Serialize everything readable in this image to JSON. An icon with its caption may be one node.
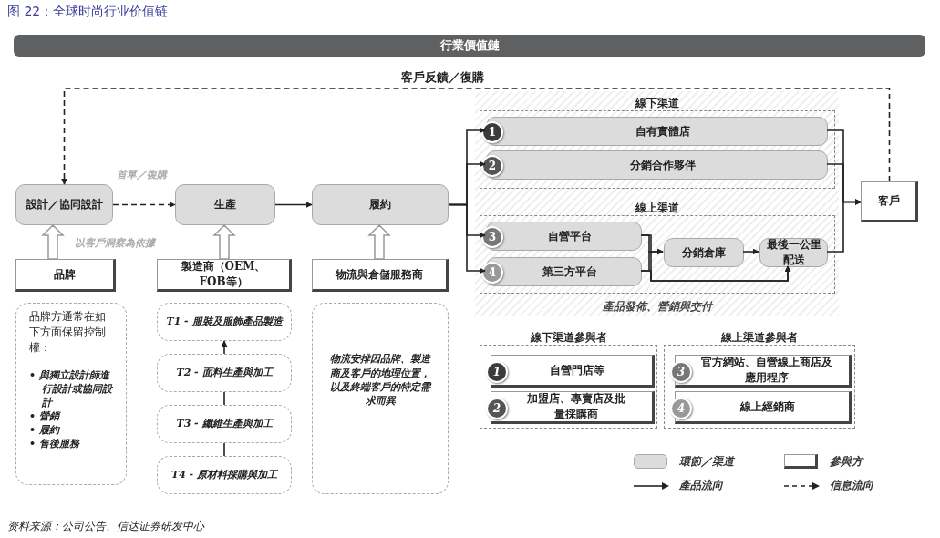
{
  "diagram": {
    "title": "图 22：全球时尚行业价值链",
    "caption": "资料来源：公司公告、信达证券研发中心",
    "nodes": [
      {
        "text": [
          "行業價值鏈"
        ]
      },
      {
        "text": [
          "設計／協同設計"
        ]
      },
      {
        "text": [
          "生產"
        ]
      },
      {
        "text": [
          "履約"
        ]
      },
      {
        "text": [
          "產品發佈、營銷與交付"
        ]
      },
      {
        "text": [
          "線下渠道"
        ],
        "in": 4
      },
      {
        "text": [
          "1",
          "自有實體店"
        ],
        "in": 5
      },
      {
        "text": [
          "2",
          "分銷合作夥伴"
        ],
        "in": 5
      },
      {
        "text": [
          "線上渠道"
        ],
        "in": 4
      },
      {
        "text": [
          "3",
          "自營平台"
        ],
        "in": 8
      },
      {
        "text": [
          "4",
          "第三方平台"
        ],
        "in": 8
      },
      {
        "text": [
          "分銷倉庫"
        ],
        "in": 8
      },
      {
        "text": [
          "最後一公里配送"
        ],
        "in": 8
      },
      {
        "text": [
          "客戶"
        ]
      },
      {
        "text": [
          "品牌"
        ]
      },
      {
        "text": [
          "製造商（OEM、FOB等）"
        ]
      },
      {
        "text": [
          "物流與倉儲服務商"
        ]
      },
      {
        "text": [
          "品牌方通常在如下方面保留控制權：",
          "• 與獨立設計師進行設計或協同設計",
          "• 營銷",
          "• 履約",
          "• 售後服務"
        ]
      },
      {
        "text": [
          "T1 - 服裝及服飾產品製造"
        ]
      },
      {
        "text": [
          "T2 - 面料生產與加工"
        ]
      },
      {
        "text": [
          "T3 - 纖維生產與加工"
        ]
      },
      {
        "text": [
          "T4 - 原材料採購與加工"
        ]
      },
      {
        "text": [
          "物流安排因品牌、製造商及客戶的地理位置，以及終端客戶的特定需求而異"
        ]
      },
      {
        "text": [
          "線下渠道參與者"
        ]
      },
      {
        "text": [
          "1",
          "自營門店等"
        ],
        "in": 23
      },
      {
        "text": [
          "2",
          "加盟店、專賣店及批量採購商"
        ],
        "in": 23
      },
      {
        "text": [
          "線上渠道參與者"
        ]
      },
      {
        "text": [
          "3",
          "官方網站、自營線上商店及應用程序"
        ],
        "in": 26
      },
      {
        "text": [
          "4",
          "線上經銷商"
        ],
        "in": 26
      }
    ],
    "edges": [
      {
        "from": 13,
        "to": 1,
        "arrow": "to",
        "style": "dashed",
        "label": "客戶反饋／復購"
      },
      {
        "from": 1,
        "to": 2,
        "arrow": "to",
        "style": "dashed",
        "label": "首單／復購"
      },
      {
        "from": 2,
        "to": 3,
        "arrow": "to"
      },
      {
        "from": 3,
        "to": 6,
        "arrow": "to"
      },
      {
        "from": 3,
        "to": 7,
        "arrow": "to"
      },
      {
        "from": 3,
        "to": 9,
        "arrow": "to"
      },
      {
        "from": 3,
        "to": 10,
        "arrow": "to"
      },
      {
        "from": 6,
        "to": 13,
        "arrow": "to"
      },
      {
        "from": 7,
        "to": 13,
        "arrow": "to"
      },
      {
        "from": 12,
        "to": 13,
        "arrow": "to"
      },
      {
        "from": 9,
        "to": 11,
        "arrow": "to"
      },
      {
        "from": 10,
        "to": 11,
        "arrow": "to"
      },
      {
        "from": 9,
        "to": 12,
        "arrow": "to"
      },
      {
        "from": 10,
        "to": 12,
        "arrow": "to"
      },
      {
        "from": 11,
        "to": 12,
        "arrow": "to"
      },
      {
        "from": 14,
        "to": 1,
        "arrow": "to",
        "style": "thick",
        "label": "以客戶洞察為依據"
      },
      {
        "from": 15,
        "to": 2,
        "arrow": "to",
        "style": "thick"
      },
      {
        "from": 16,
        "to": 3,
        "arrow": "to",
        "style": "thick"
      },
      {
        "from": 19,
        "to": 18,
        "arrow": "to"
      },
      {
        "from": 20,
        "to": 19,
        "arrow": "none"
      },
      {
        "from": 21,
        "to": 20,
        "arrow": "none"
      }
    ],
    "legend": [
      {
        "text": "環節／渠道",
        "color": "#dcdcdc"
      },
      {
        "text": "參與方"
      },
      {
        "text": "產品流向"
      },
      {
        "text": "信息流向"
      }
    ]
  }
}
